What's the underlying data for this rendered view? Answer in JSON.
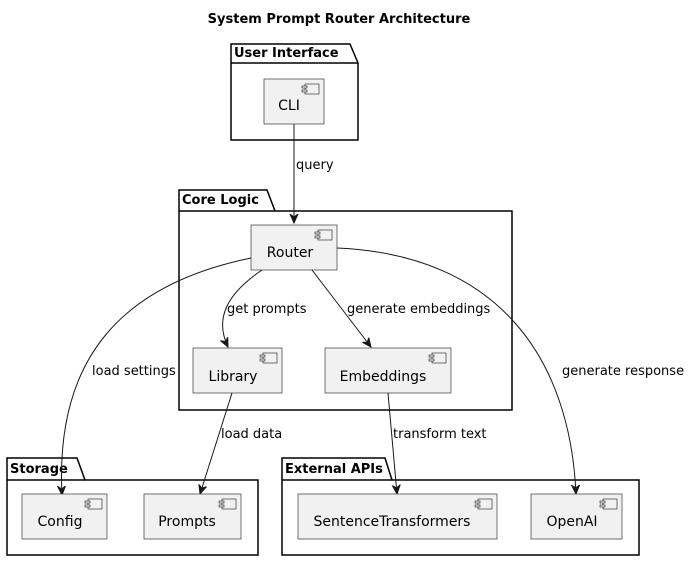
{
  "title": "System Prompt Router Architecture",
  "packages": {
    "ui": "User Interface",
    "core": "Core Logic",
    "storage": "Storage",
    "external": "External APIs"
  },
  "components": {
    "cli": "CLI",
    "router": "Router",
    "library": "Library",
    "embeddings": "Embeddings",
    "config": "Config",
    "prompts": "Prompts",
    "sentence_transformers": "SentenceTransformers",
    "openai": "OpenAI"
  },
  "edges": {
    "query": "query",
    "get_prompts": "get prompts",
    "generate_embeddings": "generate embeddings",
    "load_settings": "load settings",
    "generate_response": "generate response",
    "load_data": "load data",
    "transform_text": "transform text"
  }
}
